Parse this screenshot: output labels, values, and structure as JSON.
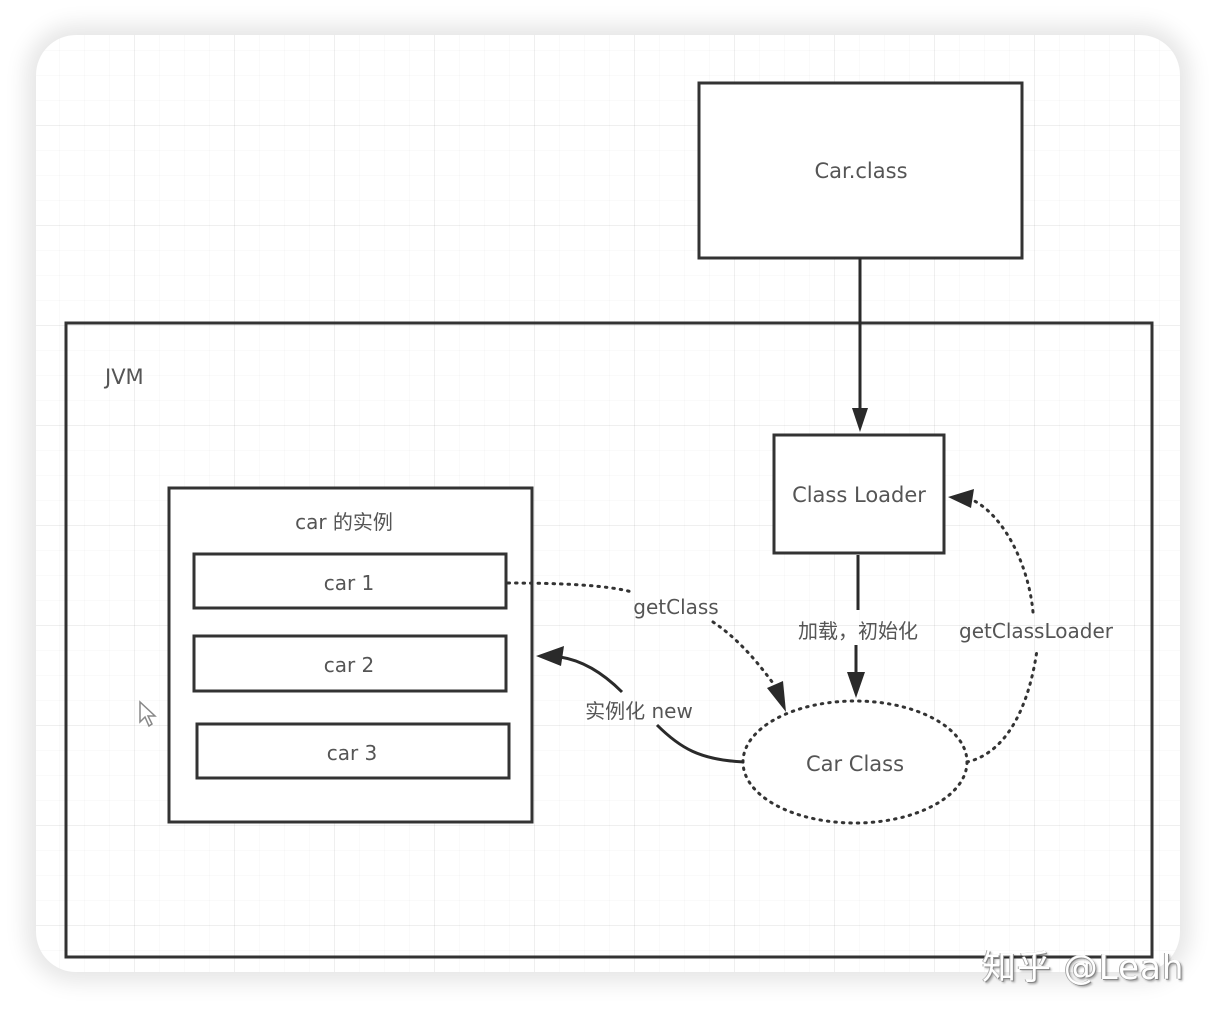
{
  "diagram": {
    "title": "JVM class loading diagram",
    "nodes": {
      "car_class_file": {
        "label": "Car.class",
        "shape": "rectangle"
      },
      "jvm": {
        "label": "JVM",
        "shape": "container"
      },
      "class_loader": {
        "label": "Class Loader",
        "shape": "rectangle"
      },
      "car_instances": {
        "label": "car 的实例",
        "shape": "container",
        "items": [
          {
            "label": "car 1"
          },
          {
            "label": "car 2"
          },
          {
            "label": "car 3"
          }
        ]
      },
      "car_class_obj": {
        "label": "Car Class",
        "shape": "dotted-ellipse"
      }
    },
    "edges": [
      {
        "from": "Car.class",
        "to": "Class Loader",
        "style": "solid",
        "label": ""
      },
      {
        "from": "Class Loader",
        "to": "Car Class",
        "style": "solid",
        "label": "加载，初始化"
      },
      {
        "from": "car 1",
        "to": "Car Class",
        "style": "dotted",
        "label": "getClass"
      },
      {
        "from": "Car Class",
        "to": "Class Loader",
        "style": "dotted",
        "label": "getClassLoader"
      },
      {
        "from": "Car Class",
        "to": "car 的实例",
        "style": "solid",
        "label": "实例化 new"
      }
    ],
    "colors": {
      "stroke": "#333333",
      "text": "#555555",
      "grid": "#eeeeee"
    }
  },
  "watermark": "知乎 @Leah"
}
